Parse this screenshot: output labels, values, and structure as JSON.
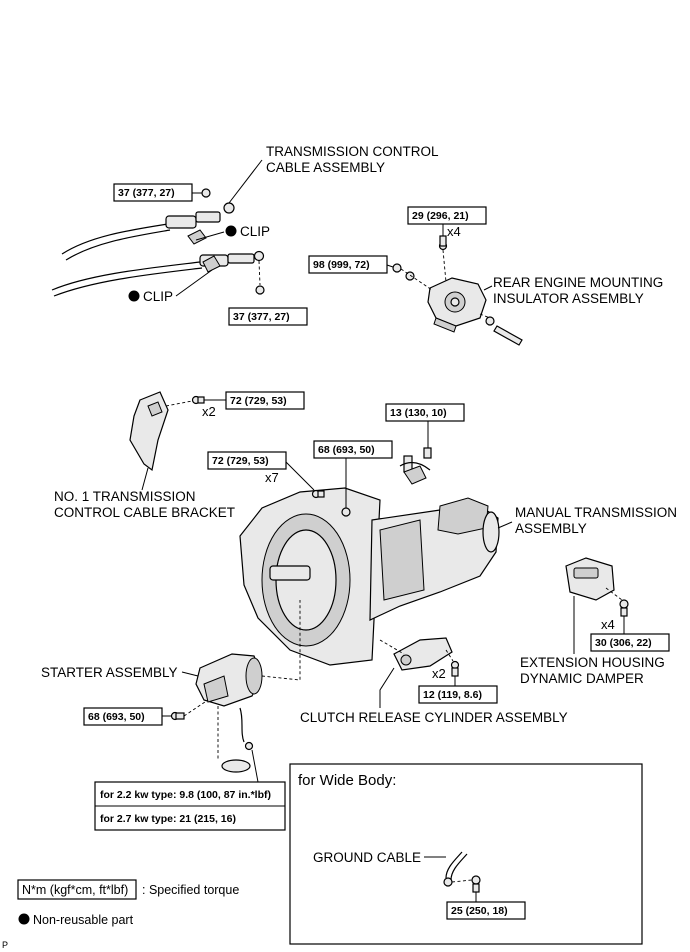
{
  "labels": {
    "transmission_control_cable_1": "TRANSMISSION CONTROL",
    "transmission_control_cable_2": "CABLE ASSEMBLY",
    "clip_upper": "CLIP",
    "clip_lower": "CLIP",
    "rear_mounting_1": "REAR ENGINE MOUNTING",
    "rear_mounting_2": "INSULATOR ASSEMBLY",
    "bracket_1": "NO. 1 TRANSMISSION",
    "bracket_2": "CONTROL CABLE BRACKET",
    "manual_transmission_1": "MANUAL TRANSMISSION",
    "manual_transmission_2": "ASSEMBLY",
    "starter": "STARTER ASSEMBLY",
    "clutch_release": "CLUTCH RELEASE CYLINDER ASSEMBLY",
    "damper_1": "EXTENSION HOUSING",
    "damper_2": "DYNAMIC DAMPER",
    "ground_cable": "GROUND CABLE",
    "wide_body_title": "for Wide Body:"
  },
  "torques": {
    "cable_nut_top": "37 (377, 27)",
    "cable_nut_bottom": "37 (377, 27)",
    "mount_bolt_top": "29 (296, 21)",
    "mount_nut_left": "98 (999, 72)",
    "bracket_bolt": "72 (729, 53)",
    "bellhousing_bolt": "72 (729, 53)",
    "center_nut": "68 (693, 50)",
    "top_bolt": "13 (130, 10)",
    "damper_bolt": "30 (306, 22)",
    "clutch_bolt": "12 (119, 8.6)",
    "starter_bolt": "68 (693, 50)",
    "starter_terminal_22": "for 2.2 kw type: 9.8 (100, 87 in.*lbf)",
    "starter_terminal_27": "for 2.7 kw type: 21 (215, 16)",
    "ground_bolt": "25 (250, 18)"
  },
  "quantities": {
    "mount_bolt": "x4",
    "bracket_bolt": "x2",
    "bellhousing_bolt": "x7",
    "clutch_bolt": "x2",
    "damper_bolt": "x4"
  },
  "legend": {
    "torque_unit": "N*m (kgf*cm, ft*lbf)",
    "torque_desc": ": Specified torque",
    "nonreusable_desc": "Non-reusable part"
  },
  "footer_code": "P"
}
